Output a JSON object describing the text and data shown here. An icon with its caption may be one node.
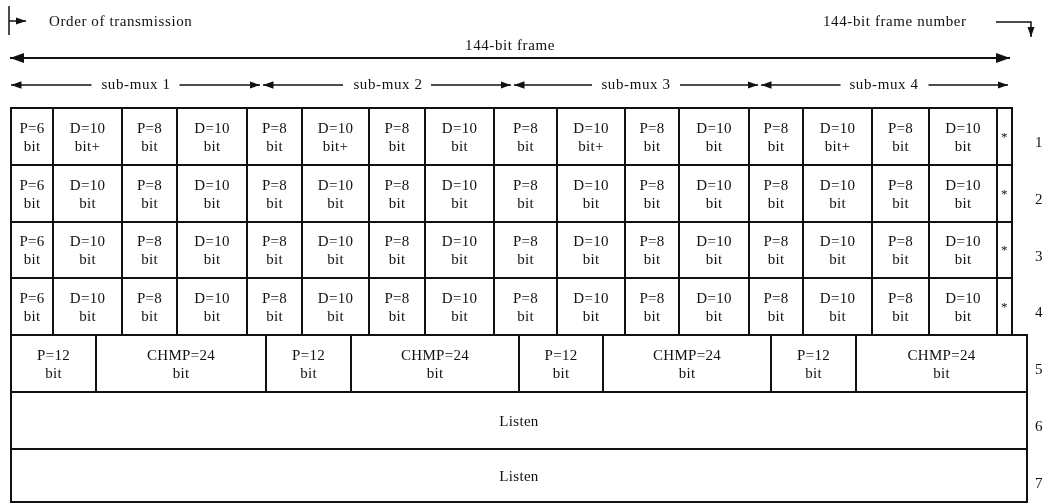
{
  "diagram": {
    "nodes": [
      {
        "text": [
          "P=6 bit"
        ]
      },
      {
        "text": [
          "D=10 bit+"
        ]
      },
      {
        "text": [
          "P=8 bit"
        ]
      },
      {
        "text": [
          "D=10 bit"
        ]
      },
      {
        "text": [
          "P=8 bit"
        ]
      },
      {
        "text": [
          "D=10 bit+"
        ]
      },
      {
        "text": [
          "P=8 bit"
        ]
      },
      {
        "text": [
          "D=10 bit"
        ]
      },
      {
        "text": [
          "P=8 bit"
        ]
      },
      {
        "text": [
          "D=10 bit+"
        ]
      },
      {
        "text": [
          "P=8 bit"
        ]
      },
      {
        "text": [
          "D=10 bit"
        ]
      },
      {
        "text": [
          "P=8 bit"
        ]
      },
      {
        "text": [
          "D=10 bit+"
        ]
      },
      {
        "text": [
          "P=8 bit"
        ]
      },
      {
        "text": [
          "D=10 bit"
        ]
      },
      {
        "text": [
          "*"
        ]
      },
      {
        "text": [
          "P=6 bit"
        ]
      },
      {
        "text": [
          "D=10 bit"
        ]
      },
      {
        "text": [
          "P=8 bit"
        ]
      },
      {
        "text": [
          "D=10 bit"
        ]
      },
      {
        "text": [
          "P=8 bit"
        ]
      },
      {
        "text": [
          "D=10 bit"
        ]
      },
      {
        "text": [
          "P=8 bit"
        ]
      },
      {
        "text": [
          "D=10 bit"
        ]
      },
      {
        "text": [
          "P=8 bit"
        ]
      },
      {
        "text": [
          "D=10 bit"
        ]
      },
      {
        "text": [
          "P=8 bit"
        ]
      },
      {
        "text": [
          "D=10 bit"
        ]
      },
      {
        "text": [
          "P=8 bit"
        ]
      },
      {
        "text": [
          "D=10 bit"
        ]
      },
      {
        "text": [
          "P=8 bit"
        ]
      },
      {
        "text": [
          "D=10 bit"
        ]
      },
      {
        "text": [
          "*"
        ]
      },
      {
        "text": [
          "P=6 bit"
        ]
      },
      {
        "text": [
          "D=10 bit"
        ]
      },
      {
        "text": [
          "P=8 bit"
        ]
      },
      {
        "text": [
          "D=10 bit"
        ]
      },
      {
        "text": [
          "P=8 bit"
        ]
      },
      {
        "text": [
          "D=10 bit"
        ]
      },
      {
        "text": [
          "P=8 bit"
        ]
      },
      {
        "text": [
          "D=10 bit"
        ]
      },
      {
        "text": [
          "P=8 bit"
        ]
      },
      {
        "text": [
          "D=10 bit"
        ]
      },
      {
        "text": [
          "P=8 bit"
        ]
      },
      {
        "text": [
          "D=10 bit"
        ]
      },
      {
        "text": [
          "P=8 bit"
        ]
      },
      {
        "text": [
          "D=10 bit"
        ]
      },
      {
        "text": [
          "P=8 bit"
        ]
      },
      {
        "text": [
          "D=10 bit"
        ]
      },
      {
        "text": [
          "*"
        ]
      },
      {
        "text": [
          "P=6 bit"
        ]
      },
      {
        "text": [
          "D=10 bit"
        ]
      },
      {
        "text": [
          "P=8 bit"
        ]
      },
      {
        "text": [
          "D=10 bit"
        ]
      },
      {
        "text": [
          "P=8 bit"
        ]
      },
      {
        "text": [
          "D=10 bit"
        ]
      },
      {
        "text": [
          "P=8 bit"
        ]
      },
      {
        "text": [
          "D=10 bit"
        ]
      },
      {
        "text": [
          "P=8 bit"
        ]
      },
      {
        "text": [
          "D=10 bit"
        ]
      },
      {
        "text": [
          "P=8 bit"
        ]
      },
      {
        "text": [
          "D=10 bit"
        ]
      },
      {
        "text": [
          "P=8 bit"
        ]
      },
      {
        "text": [
          "D=10 bit"
        ]
      },
      {
        "text": [
          "P=8 bit"
        ]
      },
      {
        "text": [
          "D=10 bit"
        ]
      },
      {
        "text": [
          "*"
        ]
      },
      {
        "text": [
          "P=12 bit"
        ]
      },
      {
        "text": [
          "CHMP=24 bit"
        ]
      },
      {
        "text": [
          "P=12 bit"
        ]
      },
      {
        "text": [
          "CHMP=24 bit"
        ]
      },
      {
        "text": [
          "P=12 bit"
        ]
      },
      {
        "text": [
          "CHMP=24 bit"
        ]
      },
      {
        "text": [
          "P=12 bit"
        ]
      },
      {
        "text": [
          "CHMP=24 bit"
        ]
      },
      {
        "text": [
          "Listen"
        ]
      },
      {
        "text": [
          "Listen"
        ]
      }
    ],
    "labels": [
      "Order of transmission",
      "144-bit frame number",
      "144-bit frame",
      "sub-mux 1",
      "sub-mux 2",
      "sub-mux 3",
      "sub-mux 4",
      "1",
      "2",
      "3",
      "4",
      "5",
      "6",
      "7"
    ]
  }
}
